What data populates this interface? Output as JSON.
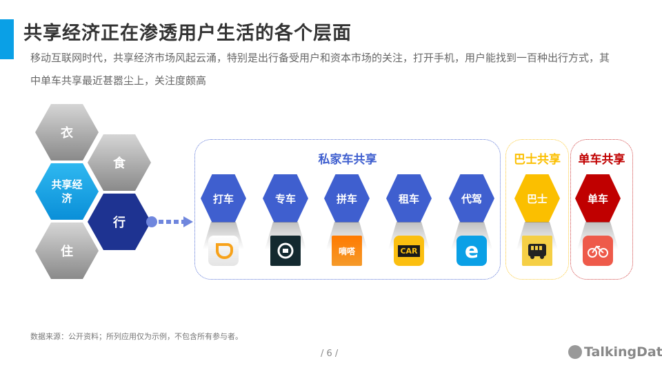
{
  "header": {
    "title": "共享经济正在渗透用户生活的各个层面",
    "subtitle": "移动互联网时代，共享经济市场风起云涌，特别是出行备受用户和资本市场的关注，打开手机，用户能找到一百种出行方式，其中单车共享最近甚嚣尘上，关注度颇高"
  },
  "cluster": {
    "clothing": "衣",
    "food": "食",
    "center": "共享经济",
    "travel": "行",
    "housing": "住"
  },
  "groups": {
    "private": {
      "label": "私家车共享",
      "items": [
        {
          "label": "打车",
          "icon": "didi-icon"
        },
        {
          "label": "专车",
          "icon": "uber-icon"
        },
        {
          "label": "拼车",
          "icon": "dida-icon",
          "icon_text": "嘀嗒"
        },
        {
          "label": "租车",
          "icon": "car-icon",
          "icon_text": "CAR"
        },
        {
          "label": "代驾",
          "icon": "e-daijia-icon",
          "icon_text": "e"
        }
      ]
    },
    "bus": {
      "label": "巴士共享",
      "items": [
        {
          "label": "巴士",
          "icon": "bus-icon"
        }
      ]
    },
    "bike": {
      "label": "单车共享",
      "items": [
        {
          "label": "单车",
          "icon": "mobike-icon"
        }
      ]
    }
  },
  "colors": {
    "accent": "#0aa0e6",
    "blue": "#3f5fcf",
    "yellow": "#fbbf00",
    "red": "#c00000"
  },
  "footer": {
    "source": "数据来源：公开资料；所列应用仅为示例，不包含所有参与者。",
    "page": "/ 6 /",
    "logo": "TalkingData"
  }
}
